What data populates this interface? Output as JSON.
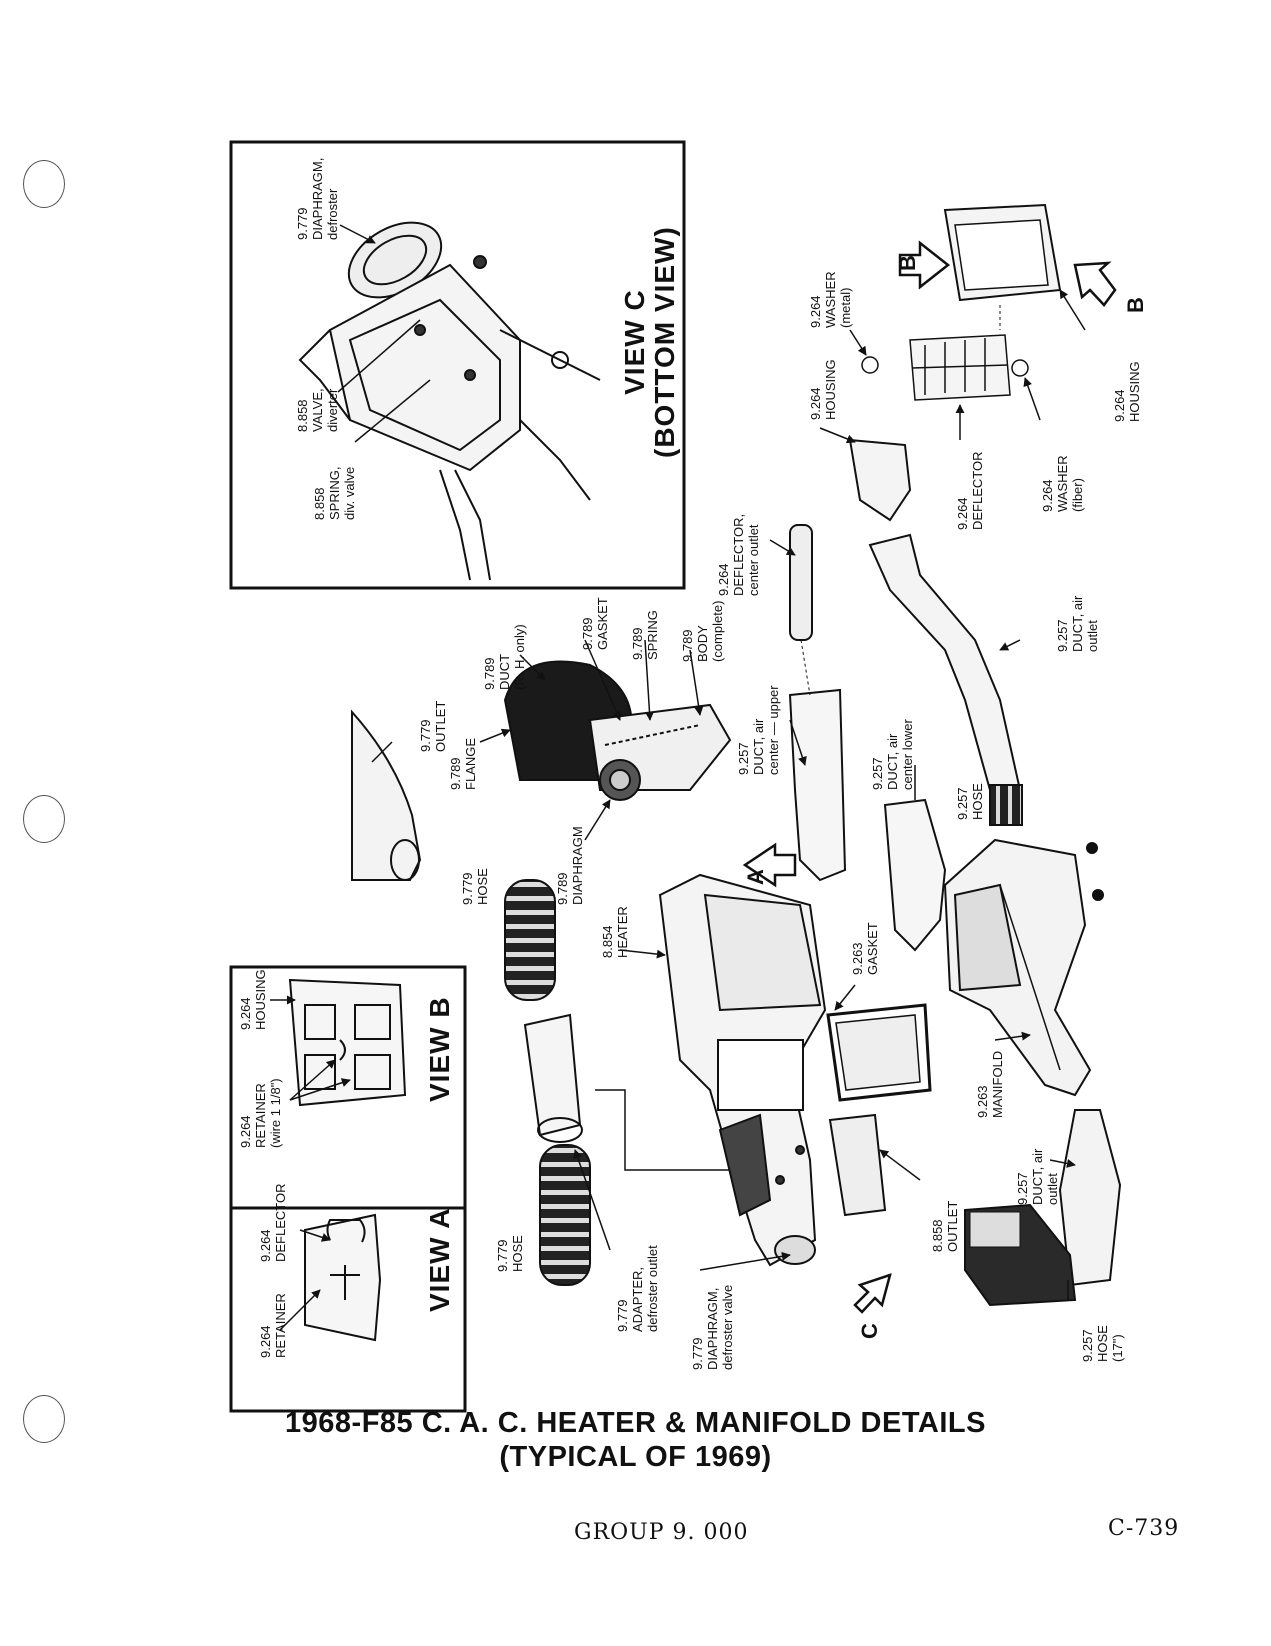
{
  "caption": {
    "line1": "1968-F85 C. A. C. HEATER & MANIFOLD DETAILS",
    "line2": "(TYPICAL OF 1969)"
  },
  "footer": {
    "group": "GROUP 9. 000",
    "page": "C-739"
  },
  "view_c": {
    "title_line1": "VIEW C",
    "title_line2": "(BOTTOM VIEW)",
    "labels": {
      "diaphragm": [
        "9.779",
        "DIAPHRAGM,",
        "defroster"
      ],
      "valve": [
        "8.858",
        "VALVE,",
        "diverter"
      ],
      "spring": [
        "8.858",
        "SPRING,",
        "div. valve"
      ]
    }
  },
  "view_a": {
    "title": "VIEW A",
    "labels": {
      "retainer": [
        "9.264",
        "RETAINER"
      ],
      "deflector": [
        "9.264",
        "DEFLECTOR"
      ]
    }
  },
  "view_b": {
    "title": "VIEW B",
    "labels": {
      "retainer": [
        "9.264",
        "RETAINER",
        "(wire 1 1/8\")"
      ],
      "housing": [
        "9.264",
        "HOUSING"
      ]
    }
  },
  "callouts": {
    "a": "A",
    "b1": "B",
    "b2": "B",
    "c": "C"
  },
  "parts": {
    "outlet_9779": [
      "9.779",
      "OUTLET"
    ],
    "duct_9789": [
      "9.789",
      "DUCT",
      "(R. H. only)"
    ],
    "gasket_9789": [
      "9.789",
      "GASKET"
    ],
    "spring_9789": [
      "9.789",
      "SPRING"
    ],
    "body_9789": [
      "9.789",
      "BODY",
      "(complete)"
    ],
    "flange_9789": [
      "9.789",
      "FLANGE"
    ],
    "diaphragm_9789": [
      "9.789",
      "DIAPHRAGM"
    ],
    "hose_9779_upper": [
      "9.779",
      "HOSE"
    ],
    "deflector_center": [
      "9.264",
      "DEFLECTOR,",
      "center outlet"
    ],
    "duct_center_upper": [
      "9.257",
      "DUCT, air",
      "center — upper"
    ],
    "duct_center_lower": [
      "9.257",
      "DUCT, air",
      "center lower"
    ],
    "hose_9257": [
      "9.257",
      "HOSE"
    ],
    "duct_air_outlet_right": [
      "9.257",
      "DUCT, air",
      "outlet"
    ],
    "housing_small": [
      "9.264",
      "HOUSING"
    ],
    "washer_metal": [
      "9.264",
      "WASHER",
      "(metal)"
    ],
    "deflector_9264": [
      "9.264",
      "DEFLECTOR"
    ],
    "washer_fiber": [
      "9.264",
      "WASHER",
      "(fiber)"
    ],
    "housing_9264": [
      "9.264",
      "HOUSING"
    ],
    "heater": [
      "8.854",
      "HEATER"
    ],
    "gasket_9263": [
      "9.263",
      "GASKET"
    ],
    "manifold": [
      "9.263",
      "MANIFOLD"
    ],
    "hose_9779_lower": [
      "9.779",
      "HOSE"
    ],
    "adapter": [
      "9.779",
      "ADAPTER,",
      "defroster outlet"
    ],
    "diaphragm_defroster_valve": [
      "9.779",
      "DIAPHRAGM,",
      "defroster valve"
    ],
    "outlet_8858": [
      "8.858",
      "OUTLET"
    ],
    "duct_air_outlet_lower": [
      "9.257",
      "DUCT, air",
      "outlet"
    ],
    "hose_17": [
      "9.257",
      "HOSE",
      "(17\")"
    ]
  }
}
